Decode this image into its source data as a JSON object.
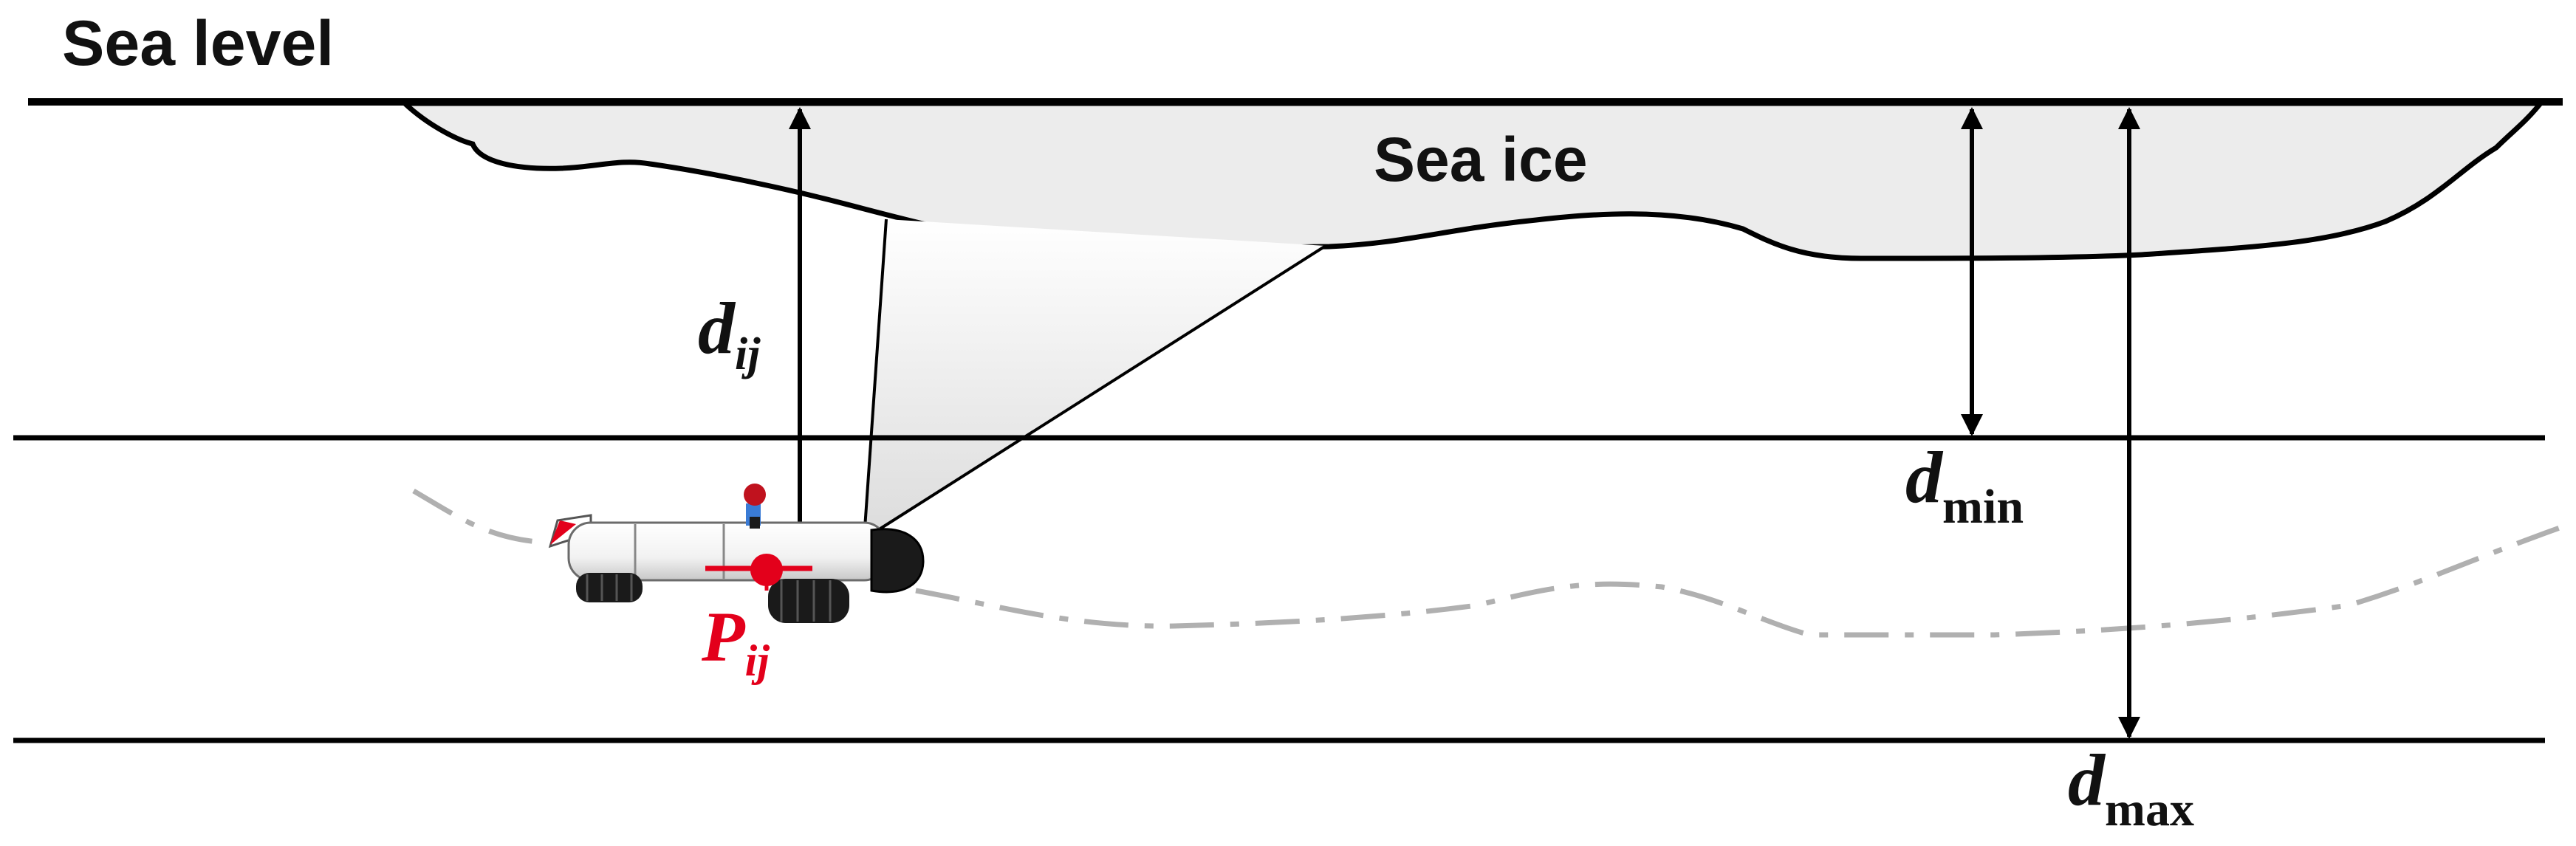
{
  "labels": {
    "sea_level": "Sea level",
    "sea_ice": "Sea ice",
    "d_ij": {
      "main": "d",
      "sub": "ij"
    },
    "d_min": {
      "main": "d",
      "sub": "min"
    },
    "d_max": {
      "main": "d",
      "sub": "max"
    },
    "p_ij": {
      "main": "P",
      "sub": "ij"
    }
  },
  "colors": {
    "line": "#000000",
    "ice_fill": "#ececec",
    "beam_fill": "#e4e4e4",
    "path_dash": "#b0b0b0",
    "marker": "#e3001b",
    "vehicle_body": "#ffffff",
    "vehicle_dark": "#1a1a1a"
  },
  "icons": {
    "vehicle": "auv-icon",
    "position": "position-marker-icon"
  }
}
